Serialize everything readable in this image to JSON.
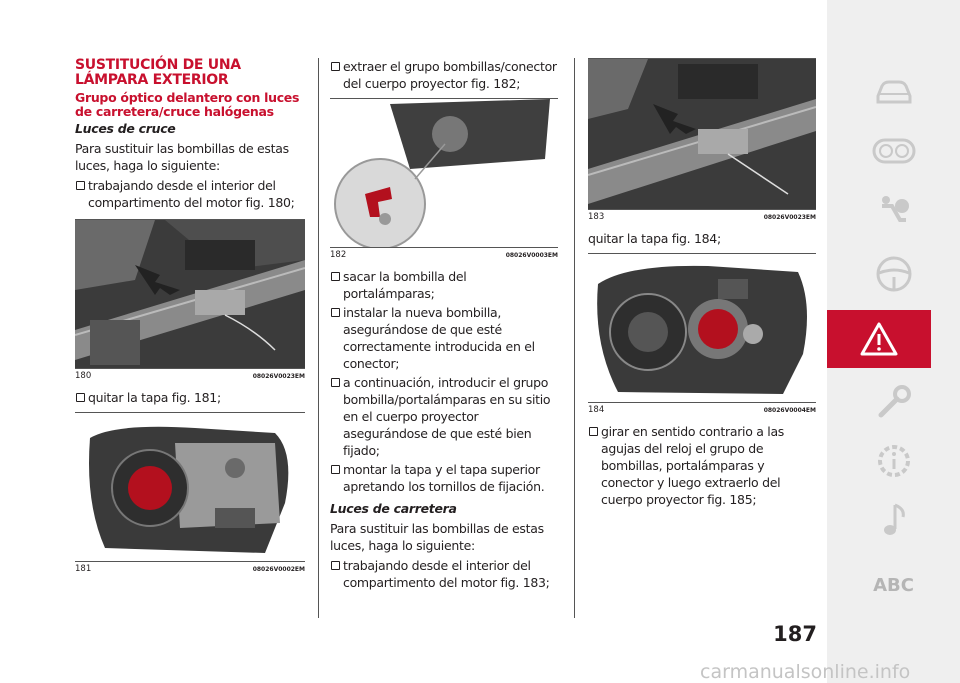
{
  "section_title": "SUSTITUCIÓN DE UNA LÁMPARA EXTERIOR",
  "subsection_title": "Grupo óptico delantero con luces de carretera/cruce halógenas",
  "cruce": {
    "heading": "Luces de cruce",
    "intro": "Para sustituir las bombillas de estas luces, haga lo siguiente:",
    "step1": "trabajando desde el interior del compartimento del motor fig. 180;",
    "step2": "quitar la tapa fig. 181;"
  },
  "col2": {
    "step3": "extraer el grupo bombillas/conector del cuerpo proyector fig. 182;",
    "step4": "sacar la bombilla del portalámparas;",
    "step5": "instalar la nueva bombilla, asegurándose de que esté correctamente introducida en el conector;",
    "step6": "a continuación, introducir el grupo bombilla/portalámparas en su sitio en el cuerpo proyector asegurándose de que esté bien fijado;",
    "step7": "montar la tapa y el tapa superior apretando los tornillos de fijación."
  },
  "carretera": {
    "heading": "Luces de carretera",
    "intro": "Para sustituir las bombillas de estas luces, haga lo siguiente:",
    "step1": "trabajando desde el interior del compartimento del motor fig. 183;",
    "step2": "quitar la tapa fig. 184;",
    "step3": "girar en sentido contrario a las agujas del reloj el grupo de bombillas, portalámparas y conector y luego extraerlo del cuerpo proyector fig. 185;"
  },
  "figures": {
    "f180": {
      "num": "180",
      "code": "08026V0023EM"
    },
    "f181": {
      "num": "181",
      "code": "08026V0002EM"
    },
    "f182": {
      "num": "182",
      "code": "08026V0003EM"
    },
    "f183": {
      "num": "183",
      "code": "08026V0023EM"
    },
    "f184": {
      "num": "184",
      "code": "08026V0004EM"
    }
  },
  "sidebar": {
    "items": [
      "car-icon",
      "dashboard-icon",
      "airbag-icon",
      "steering-wheel-icon",
      "warning-icon",
      "wrench-icon",
      "info-gear-icon",
      "music-icon",
      "ABC"
    ],
    "active_index": 4,
    "accent": "#c8102e"
  },
  "page_number": "187",
  "watermark": "carmanualsonline.info"
}
